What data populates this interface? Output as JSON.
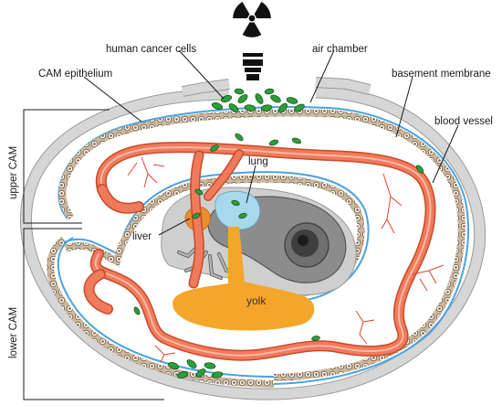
{
  "labels": {
    "human_cancer_cells": "human cancer cells",
    "air_chamber": "air chamber",
    "cam_epithelium": "CAM epithelium",
    "basement_membrane": "basement membrane",
    "blood_vessel": "blood vessel",
    "upper_cam": "upper CAM",
    "lower_cam": "lower CAM",
    "lung": "lung",
    "liver": "liver",
    "yolk": "yolk"
  },
  "colors": {
    "shell": "#d4d4d4",
    "epithelium_cell": "#a98c6a",
    "basement_membrane": "#4aa3df",
    "vessel": "#f07a5c",
    "capillary": "#e0442a",
    "cancer_cells": "#2e9d3a",
    "yolk": "#f4a62a",
    "liver": "#ea8f2e",
    "lung": "#a8d8ec",
    "embryo": "#8c8c8c",
    "hazard": "#111111"
  },
  "icons": {
    "radiation": "radiation-hazard-icon",
    "microscope": "microscope-objective-icon"
  }
}
